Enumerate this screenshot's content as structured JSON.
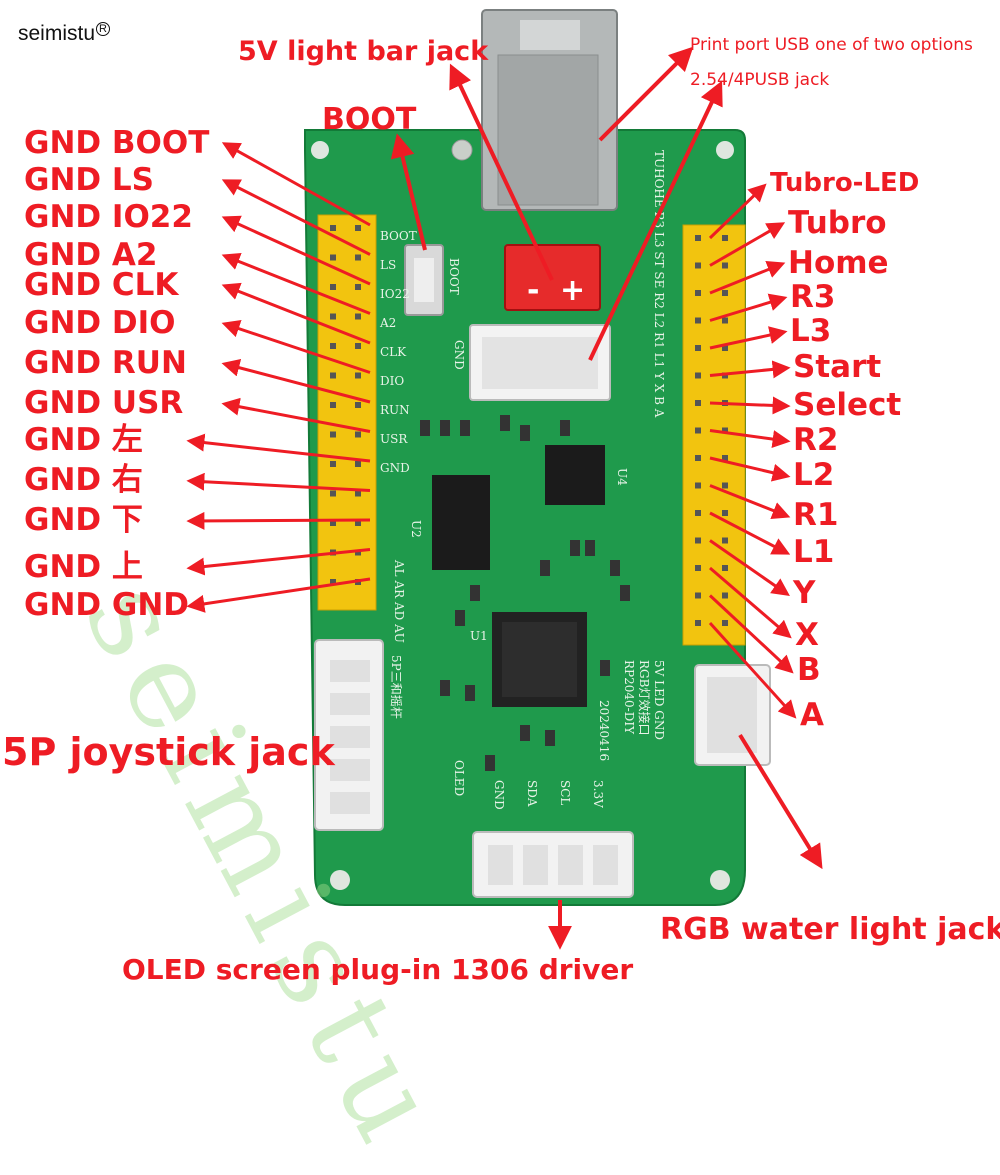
{
  "brand": {
    "name": "seimistu",
    "registered": "R"
  },
  "watermark": "seimistu",
  "colors": {
    "label_red": "#ee1c24",
    "pcb_green": "#1f9a4c",
    "header_yellow": "#f2c40f"
  },
  "top_labels": {
    "light_bar": "5V light bar jack",
    "boot": "BOOT",
    "print_port_line1": "Print port USB one of two options",
    "print_port_line2": "2.54/4PUSB jack"
  },
  "left_pins": [
    "GND BOOT",
    "GND LS",
    "GND IO22",
    "GND A2",
    "GND CLK",
    "GND DIO",
    "GND RUN",
    "GND USR",
    "GND 左",
    "GND 右",
    "GND 下",
    "GND 上",
    "GND GND"
  ],
  "right_pins": [
    "Tubro-LED",
    "Tubro",
    "Home",
    "R3",
    "L3",
    "Start",
    "Select",
    "R2",
    "L2",
    "R1",
    "L1",
    "Y",
    "X",
    "B",
    "A"
  ],
  "bottom_labels": {
    "joystick": "5P joystick jack",
    "oled": "OLED screen plug-in 1306 driver",
    "rgb": "RGB water light jack"
  },
  "silkscreen": {
    "left_column": [
      "BOOT",
      "LS",
      "IO22",
      "A2",
      "CLK",
      "DIO",
      "RUN",
      "USR",
      "GND"
    ],
    "left_bottom": "AL AR AD AU",
    "right_column": "TUHOHE R3 L3 ST SE R2 L2 R1 L1 Y X B A",
    "board_name": "RP2040-DIY",
    "rgb_port": "RGB灯效接口",
    "date": "20240416",
    "led_gnd": "5V LED GND",
    "joy_5p": "5P三和摇杆",
    "oled_text": "OLED",
    "oled_pins": [
      "GND",
      "SDA",
      "SCL",
      "3.3V"
    ],
    "chip_u1": "U1",
    "chip_u2": "U2",
    "chip_u4": "U4",
    "boot_btn": "BOOT",
    "gnd_text": "GND",
    "minus": "-",
    "plus": "+"
  }
}
